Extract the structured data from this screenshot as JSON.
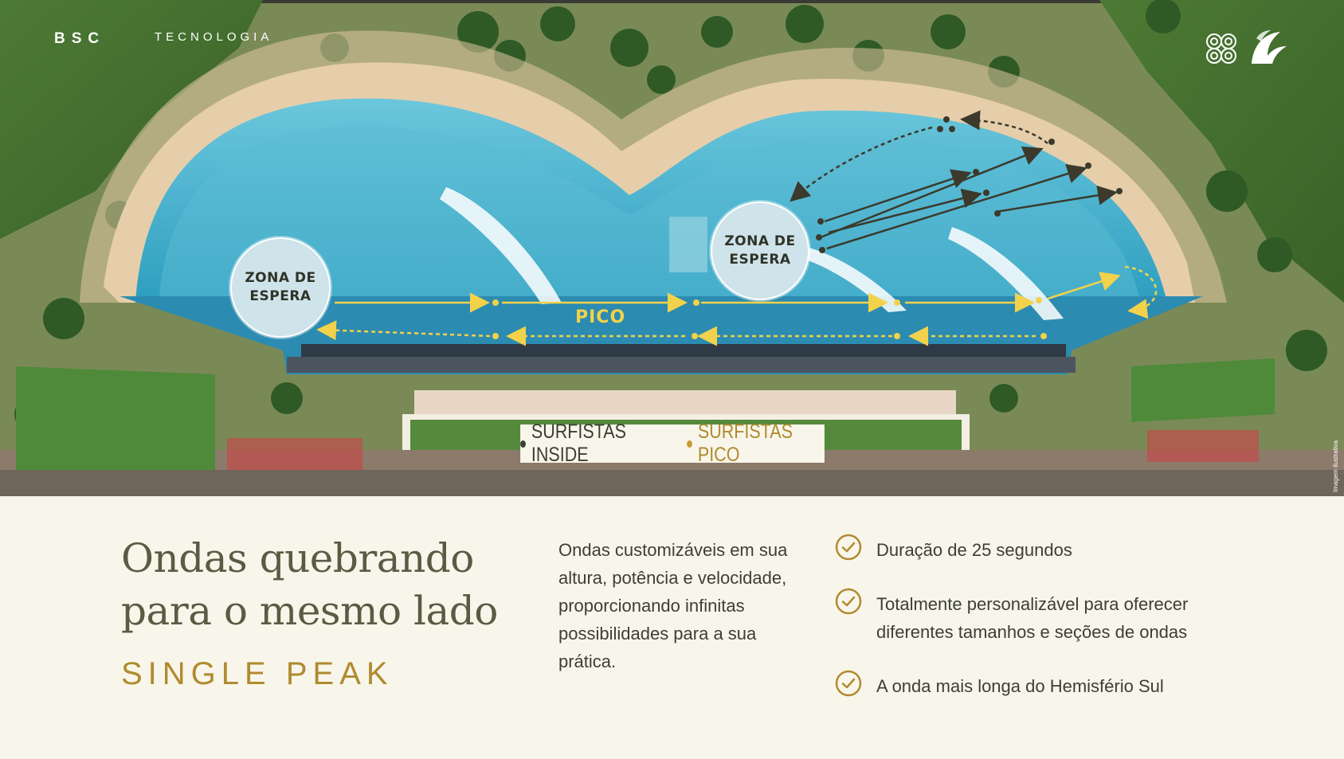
{
  "header": {
    "brand": "BSC",
    "section": "TECNOLOGIA",
    "logo_icons": [
      "spiral-logo-icon",
      "wave-logo-icon"
    ]
  },
  "diagram": {
    "zone_left": {
      "line1": "ZONA DE",
      "line2": "ESPERA"
    },
    "zone_right": {
      "line1": "ZONA DE",
      "line2": "ESPERA"
    },
    "peak_label": "PICO",
    "legend": {
      "inside_label": "SURFISTAS INSIDE",
      "peak_label": "SURFISTAS PICO"
    },
    "image_caption": "Imagem ilustrativa"
  },
  "colors": {
    "background": "#f8f6ea",
    "title": "#5d5a44",
    "accent_gold": "#b08a2f",
    "arrow_yellow": "#f2d24a",
    "arrow_dark": "#3b3a2c",
    "water": "#4fb6cf"
  },
  "content": {
    "title_line1": "Ondas quebrando",
    "title_line2": "para o mesmo lado",
    "subtitle": "SINGLE PEAK",
    "description": "Ondas customizáveis em sua altura, potência e velocidade, proporcionando infinitas possibilidades para a sua prática.",
    "features": [
      {
        "icon": "check-circle-icon",
        "text": "Duração de 25 segundos"
      },
      {
        "icon": "check-circle-icon",
        "text": "Totalmente personalizável para oferecer diferentes tamanhos e seções de ondas"
      },
      {
        "icon": "check-circle-icon",
        "text": "A onda mais longa do Hemisfério Sul"
      }
    ]
  }
}
